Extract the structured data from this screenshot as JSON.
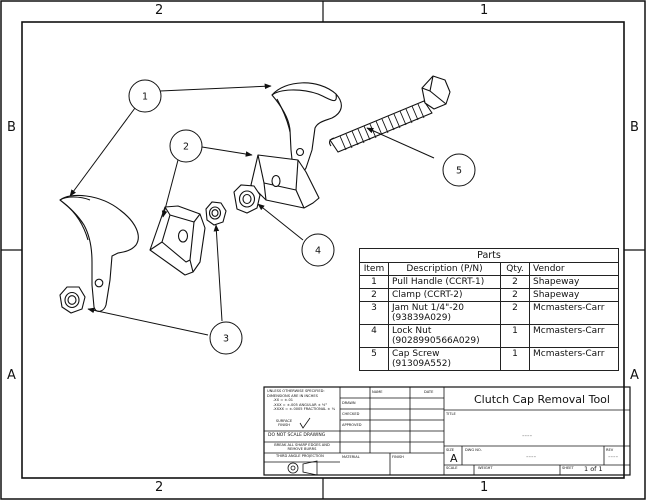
{
  "zones": {
    "top": [
      "2",
      "1"
    ],
    "bottom": [
      "2",
      "1"
    ],
    "left": [
      "B",
      "A"
    ],
    "right": [
      "B",
      "A"
    ]
  },
  "balloons": [
    "1",
    "2",
    "3",
    "4",
    "5"
  ],
  "parts_table": {
    "title": "Parts",
    "headers": [
      "Item",
      "Description (P/N)",
      "Qty.",
      "Vendor"
    ],
    "rows": [
      {
        "item": "1",
        "desc": "Pull Handle (CCRT-1)",
        "qty": "2",
        "vendor": "Shapeway"
      },
      {
        "item": "2",
        "desc": "Clamp (CCRT-2)",
        "qty": "2",
        "vendor": "Shapeway"
      },
      {
        "item": "3",
        "desc": "Jam Nut 1/4\"-20 (93839A029)",
        "qty": "2",
        "vendor": "Mcmasters-Carr"
      },
      {
        "item": "4",
        "desc": "Lock Nut (9028990566A029)",
        "qty": "1",
        "vendor": "Mcmasters-Carr"
      },
      {
        "item": "5",
        "desc": "Cap Screw (91309A552)",
        "qty": "1",
        "vendor": "Mcmasters-Carr"
      }
    ]
  },
  "title_block": {
    "drawing_title": "Clutch Cap Removal Tool",
    "notes": [
      "UNLESS OTHERWISE SPECIFIED:",
      "DIMENSIONS ARE IN INCHES",
      ".XX = ±.01",
      ".XXX = ±.005   ANGULAR ± ½°",
      ".XXXX = ±.0005   FRACTIONAL ± ⅛"
    ],
    "surface_finish": "SURFACE FINISH",
    "do_not_scale": "DO NOT SCALE DRAWING",
    "break_edges": "BREAK ALL SHARP EDGES AND REMOVE BURRS",
    "third_angle": "THIRD ANGLE PROJECTION",
    "name_hdr": "NAME",
    "date_hdr": "DATE",
    "drawn": "DRAWN",
    "checked": "CHECKED",
    "approved": "APPROVED",
    "material": "MATERIAL",
    "finish": "FINISH",
    "title_lbl": "TITLE",
    "size_lbl": "SIZE",
    "dwg_no_lbl": "DWG NO.",
    "rev_lbl": "REV",
    "size": "A",
    "dwg_no": "----",
    "rev": "----",
    "title_placeholder": "----",
    "scale_lbl": "SCALE",
    "weight_lbl": "WEIGHT",
    "sheet_lbl": "SHEET",
    "sheet": "1 of 1"
  }
}
